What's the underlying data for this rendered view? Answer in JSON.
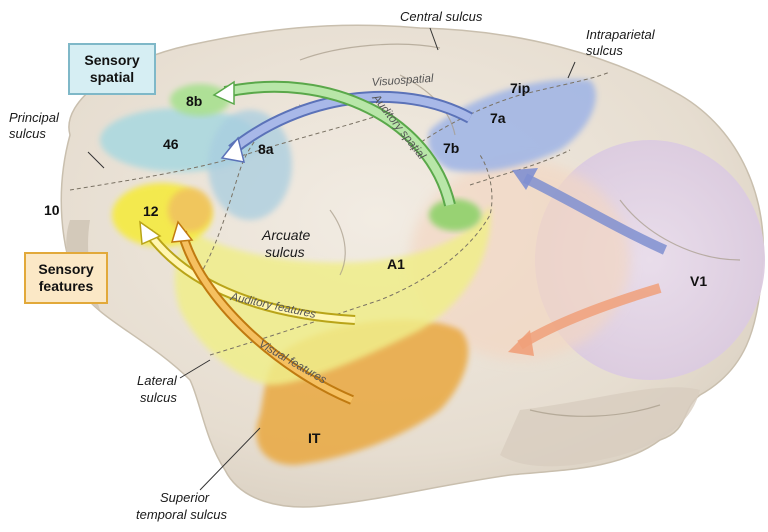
{
  "sulci": {
    "central": "Central sulcus",
    "intraparietal_line1": "Intraparietal",
    "intraparietal_line2": "sulcus",
    "principal_line1": "Principal",
    "principal_line2": "sulcus",
    "arcuate_line1": "Arcuate",
    "arcuate_line2": "sulcus",
    "lateral_line1": "Lateral",
    "lateral_line2": "sulcus",
    "sts_line1": "Superior",
    "sts_line2": "temporal sulcus"
  },
  "areas": {
    "a8b": "8b",
    "a46": "46",
    "a8a": "8a",
    "a10": "10",
    "a12": "12",
    "a7ip": "7ip",
    "a7a": "7a",
    "a7b": "7b",
    "a1": "A1",
    "v1": "V1",
    "it": "IT"
  },
  "boxes": {
    "spatial_line1": "Sensory",
    "spatial_line2": "spatial",
    "features_line1": "Sensory",
    "features_line2": "features"
  },
  "pathways": {
    "visuospatial": "Visuospatial",
    "auditory_spatial": "Auditory spatial",
    "auditory_features": "Auditory features",
    "visual_features": "Visual features"
  },
  "colors": {
    "spatial_box_fill": "#d6eef3",
    "features_box_fill": "#fbe8c6",
    "visuospatial_arrow": "#7f8fd0",
    "auditory_spatial_arrow": "#8fcf7a",
    "features_arrow": "#e0a020",
    "ventral_arrow": "#f0a07a",
    "brain_base": "#ece4d8"
  }
}
